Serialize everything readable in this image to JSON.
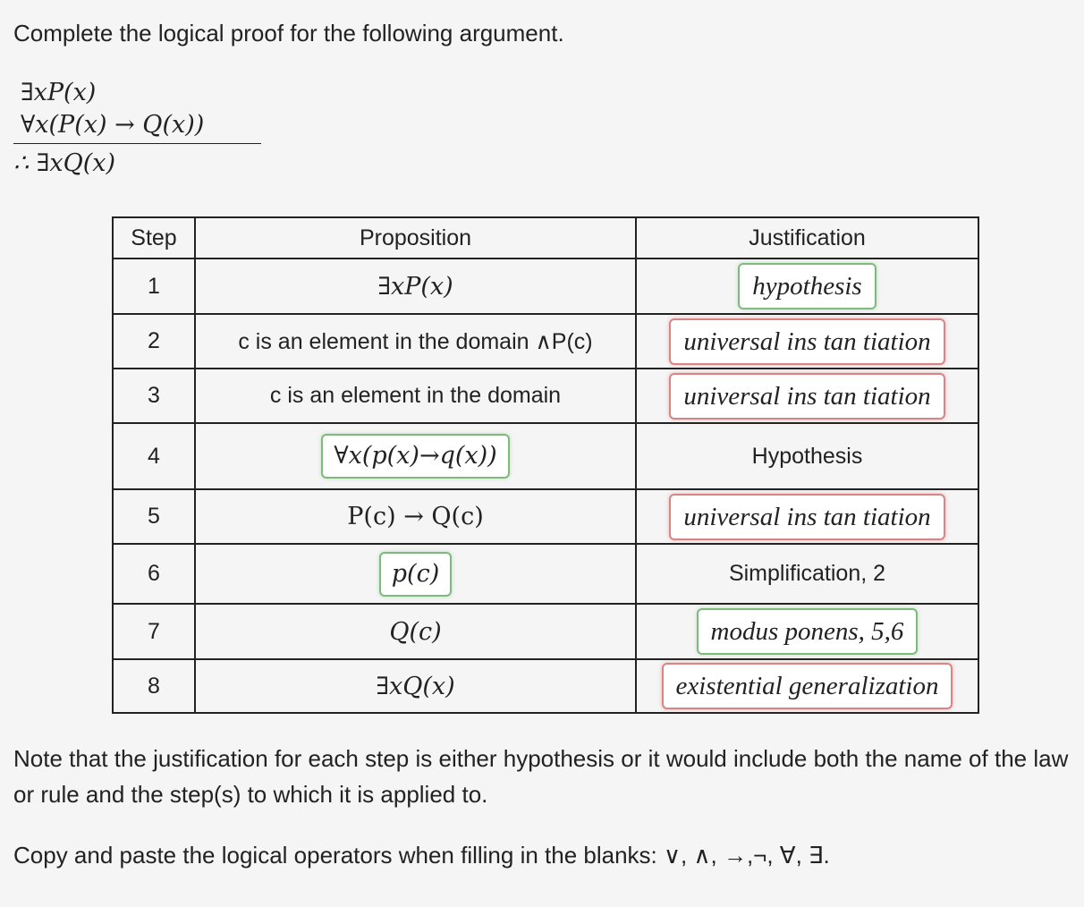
{
  "instruction": "Complete the logical proof for the following argument.",
  "argument": {
    "premise1": "∃xP(x)",
    "premise2": "∀x(P(x) → Q(x))",
    "conclusion": "∴ ∃xQ(x)"
  },
  "table": {
    "headers": {
      "step": "Step",
      "proposition": "Proposition",
      "justification": "Justification"
    },
    "rows": [
      {
        "step": "1",
        "prop": "∃xP(x)",
        "prop_box": null,
        "just": "hypothesis",
        "just_box": "correct"
      },
      {
        "step": "2",
        "prop": "c is an element in the domain ∧P(c)",
        "prop_box": null,
        "just": "universal ins tan tiation",
        "just_box": "incorrect"
      },
      {
        "step": "3",
        "prop": "c is an element in the domain",
        "prop_box": null,
        "just": "universal ins tan tiation",
        "just_box": "incorrect"
      },
      {
        "step": "4",
        "prop": "∀x(p(x)→q(x))",
        "prop_box": "correct",
        "just": "Hypothesis",
        "just_box": null
      },
      {
        "step": "5",
        "prop": "P(c) → Q(c)",
        "prop_box": null,
        "just": "universal ins tan tiation",
        "just_box": "incorrect"
      },
      {
        "step": "6",
        "prop": "p(c)",
        "prop_box": "correct",
        "just": "Simplification, 2",
        "just_box": null
      },
      {
        "step": "7",
        "prop": "Q(c)",
        "prop_box": null,
        "just": "modus ponens, 5,6",
        "just_box": "correct"
      },
      {
        "step": "8",
        "prop": "∃xQ(x)",
        "prop_box": null,
        "just": "existential generalization",
        "just_box": "incorrect"
      }
    ]
  },
  "note": "Note that the justification for each step is either hypothesis or it would include both the name of the law or rule and the step(s) to which it is applied to.",
  "operators_prompt": "Copy and paste the logical operators when filling in the blanks: ∨, ∧, →,¬, ∀, ∃.",
  "colors": {
    "correct": "#7dbb7d",
    "incorrect": "#d98585"
  }
}
